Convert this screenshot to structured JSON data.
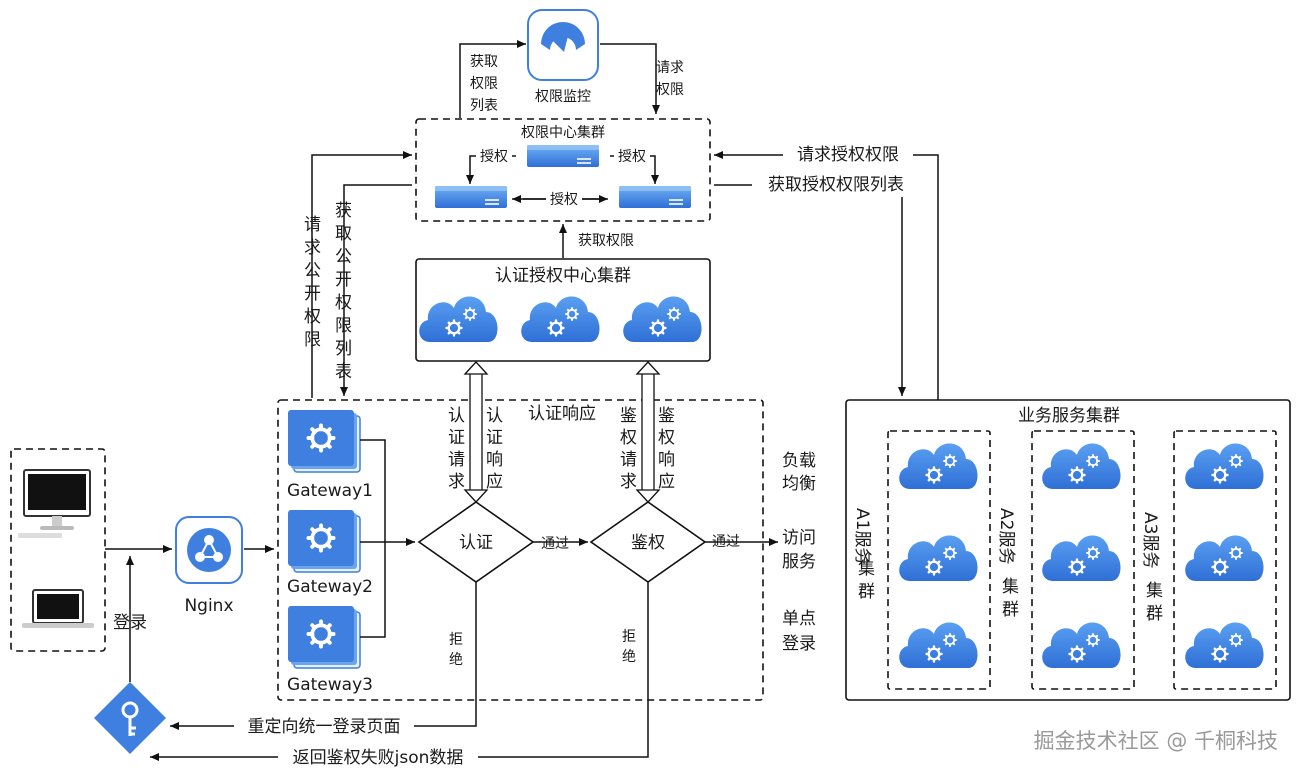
{
  "monitor": {
    "label": "权限监控",
    "left_label": "获取\n权限\n列表",
    "right_label": "请求\n权限"
  },
  "perm_cluster": {
    "title": "权限中心集群",
    "edge_left": "授权",
    "edge_right": "授权",
    "edge_bottom": "授权",
    "get_perm": "获取权限"
  },
  "auth_cluster": {
    "title": "认证授权中心集群"
  },
  "gateway_cluster": {
    "gateways": [
      "Gateway1",
      "Gateway2",
      "Gateway3"
    ],
    "left_requests": [
      "请求公开权限",
      "获取公开权限列表"
    ],
    "auth_req": "认证请求",
    "auth_resp": "认证响应",
    "auth_resp_top": "认证响应",
    "check_req": "鉴权请求",
    "check_resp": "鉴权响应",
    "auth_node": "认证",
    "check_node": "鉴权",
    "pass1": "通过",
    "pass2": "通过",
    "reject1": "拒绝",
    "reject2": "拒绝"
  },
  "client": {
    "nginx": "Nginx",
    "login": "登录"
  },
  "bottom": {
    "redirect": "重定向统一登录页面",
    "fail_json": "返回鉴权失败json数据"
  },
  "features": [
    "负载\n均衡",
    "访问\n服务",
    "单点\n登录"
  ],
  "business": {
    "title": "业务服务集群",
    "request_auth": "请求授权权限",
    "get_auth_list": "获取授权权限列表",
    "subclusters": [
      "A1服务集群",
      "A2服务集群",
      "A3服务集群"
    ]
  },
  "watermark": "掘金技术社区 @ 千桐科技",
  "colors": {
    "blue": "#3f7fe0",
    "blue_dark": "#2a66c9",
    "line": "#111111"
  }
}
